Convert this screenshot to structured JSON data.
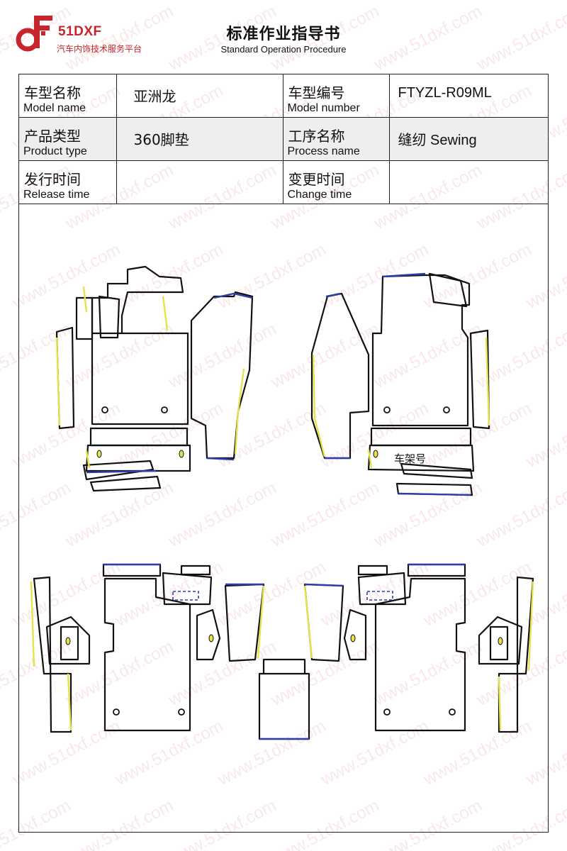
{
  "header": {
    "logo_brand": "51DXF",
    "logo_subtitle": "汽车内饰技术服务平台",
    "title": "标准作业指导书",
    "subtitle": "Standard Operation Procedure"
  },
  "info": {
    "model_name_cn": "车型名称",
    "model_name_en": "Model name",
    "model_name_value": "亚洲龙",
    "model_number_cn": "车型编号",
    "model_number_en": "Model number",
    "model_number_value": "FTYZL-R09ML",
    "product_type_cn": "产品类型",
    "product_type_en": "Product type",
    "product_type_value": "360脚垫",
    "process_name_cn": "工序名称",
    "process_name_en": "Process name",
    "process_name_value": "缝纫 Sewing",
    "release_time_cn": "发行时间",
    "release_time_en": "Release time",
    "release_time_value": "",
    "change_time_cn": "变更时间",
    "change_time_en": "Change time",
    "change_time_value": ""
  },
  "drawing": {
    "frame_label": "车架号",
    "colors": {
      "outline": "#111111",
      "edge_yellow": "#e8e24a",
      "edge_blue": "#2e3fa8"
    }
  },
  "watermark": {
    "text": "www.51dxf.com",
    "color": "#e06e6e"
  }
}
